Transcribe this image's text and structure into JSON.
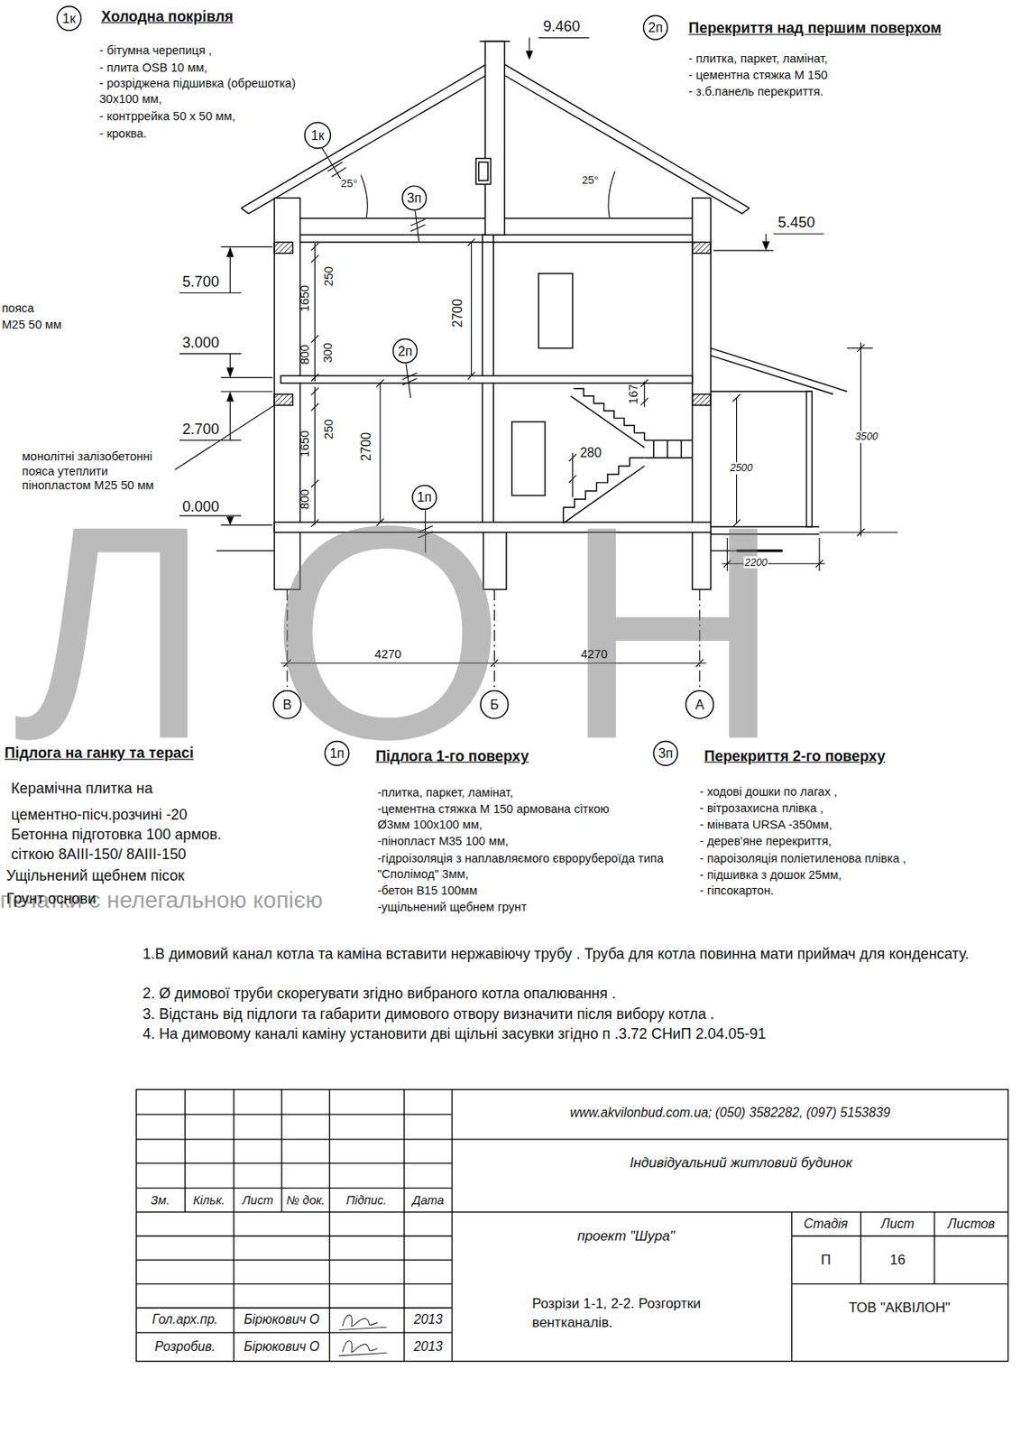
{
  "diagram": {
    "nodes": [
      {
        "text": [
          "1к"
        ]
      },
      {
        "text": [
          "2п"
        ]
      },
      {
        "text": [
          "1к"
        ]
      },
      {
        "text": [
          "3п"
        ]
      },
      {
        "text": [
          "2п"
        ]
      },
      {
        "text": [
          "1п"
        ]
      },
      {
        "text": [
          "В"
        ]
      },
      {
        "text": [
          "Б"
        ]
      },
      {
        "text": [
          "А"
        ]
      },
      {
        "text": [
          "1п"
        ]
      },
      {
        "text": [
          "3п"
        ]
      }
    ],
    "labels": [
      "ЛОН",
      "печатки є нелегальною копією",
      "Холодна покрівля",
      "- бітумна черепиця ,",
      "- плита OSB 10 мм,",
      "- розріджена підшивка (обрешотка) 30х100 мм,",
      "- контррейка 50 х 50 мм,",
      "- кроква.",
      "9.460",
      "Перекриття над першим поверхом",
      "- плитка, паркет, ламінат,",
      "- цементна стяжка М 150",
      "- з.б.панель перекриття.",
      "пояса",
      "М25 50 мм",
      "25°",
      "25°",
      "5.450",
      "5.700",
      "250",
      "1650",
      "2700",
      "3.000",
      "800",
      "300",
      "167",
      "2.700",
      "250",
      "1650",
      "2700",
      "280",
      "3500",
      "2500",
      "монолітні залізобетонні пояса утеплити пінопластом М25 50 мм",
      "800",
      "0.000",
      "2200",
      "4270",
      "4270",
      "Підлога на ганку та терасі",
      "Керамічна плитка на",
      "цементно-пісч.розчині -20",
      "Бетонна підготовка 100 армов.",
      "сіткою 8АIII-150/ 8АIII-150",
      "Ущільнений щебнем пісок",
      "Грунт основи",
      "Підлога 1-го поверху",
      "-плитка, паркет, ламінат,",
      "-цементна стяжка М 150 армована сіткою Ø3мм 100х100 мм,",
      "-пінопласт М35 100 мм,",
      "-гідроізоляція з наплавляємого єврорубероїда типа \"Сполімод\" 3мм,",
      "-бетон В15 100мм",
      "-ущільнений щебнем грунт",
      "Перекриття 2-го поверху",
      "- ходові дошки по лагах ,",
      "- вітрозахисна плівка ,",
      "- мінвата URSA -350мм,",
      "- дерев'яне перекриття,",
      "- пароізоляція поліетиленова плівка ,",
      "- підшивка з дошок 25мм,",
      "- гіпсокартон.",
      "1.В димовий канал котла та каміна вставити нержавіючу трубу . Труба для котла повинна мати приймач для конденсату.",
      "2. Ø димової труби скорегувати згідно вибраного котла опалювання .",
      "3. Відстань від підлоги та габарити димового отвору визначити після вибору котла .",
      "4. На димовому каналі каміну установити дві щільні засувки згідно п .3.72 СНиП 2.04.05-91",
      "www.akvilonbud.com.ua; (050) 3582282, (097) 5153839",
      "Індивідуальний житловий будинок",
      "Зм.",
      "Кільк.",
      "Лист",
      "№ док.",
      "Підпис.",
      "Дата",
      "проект \"Шура\"",
      "Стадія",
      "Лист",
      "Листов",
      "П",
      "16",
      "Гол.арх.пр.",
      "Бірюкович О",
      "2013",
      "Розробив.",
      "Бірюкович О",
      "2013",
      "Розрізи 1-1, 2-2. Розгортки вентканалів.",
      "ТОВ \"АКВІЛОН\""
    ]
  }
}
